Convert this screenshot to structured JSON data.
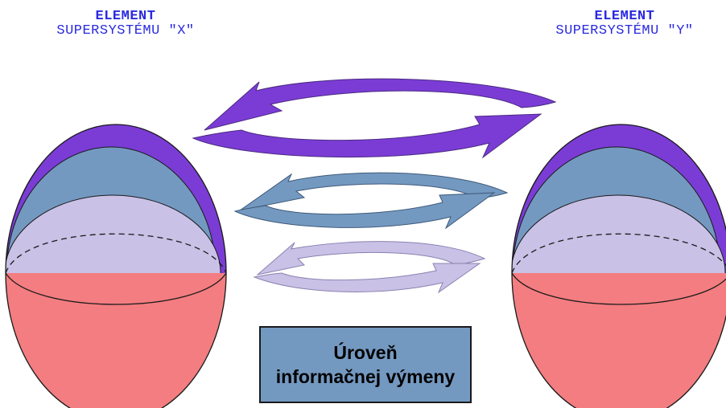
{
  "element_x": {
    "line1": "ELEMENT",
    "line2": "SUPERSYSTÉMU \"X\""
  },
  "element_y": {
    "line1": "ELEMENT",
    "line2": "SUPERSYSTÉMU \"Y\""
  },
  "info_box": {
    "line1": "Úroveň",
    "line2": "informačnej výmeny"
  },
  "colors": {
    "title": "#2a2ae0",
    "purple": "#7b3cd6",
    "steel_blue": "#7499c1",
    "lavender": "#c9c1e6",
    "salmon": "#f37d80",
    "outline": "#1a1a1a"
  },
  "icons": [
    "bidirectional-arrow-purple",
    "bidirectional-arrow-blue",
    "bidirectional-arrow-lavender"
  ]
}
